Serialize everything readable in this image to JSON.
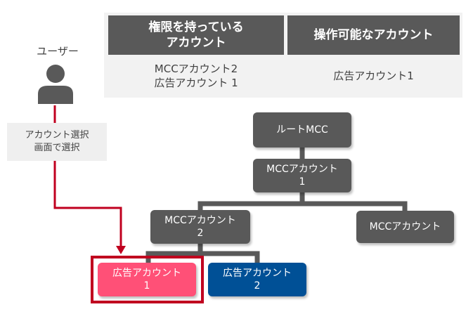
{
  "table": {
    "header_left": "権限を持っている\nアカウント",
    "header_right": "操作可能なアカウント",
    "cell_left": "MCCアカウント2\n広告アカウント 1",
    "cell_right": "広告アカウント1"
  },
  "user": {
    "label": "ユーザー",
    "icon": "person-icon",
    "select_note": "アカウント選択\n画面で選択"
  },
  "tree": {
    "root": "ルートMCC",
    "mcc1": "MCCアカウント\n1",
    "mcc2": "MCCアカウント\n2",
    "mcc3": "MCCアカウント",
    "ad1": "広告アカウント\n1",
    "ad2": "広告アカウント\n2"
  },
  "colors": {
    "header_bg": "#595959",
    "node_bg": "#595959",
    "ad1_bg": "#ff5077",
    "ad2_bg": "#005096",
    "arrow": "#c0001f",
    "connector": "#595959"
  }
}
